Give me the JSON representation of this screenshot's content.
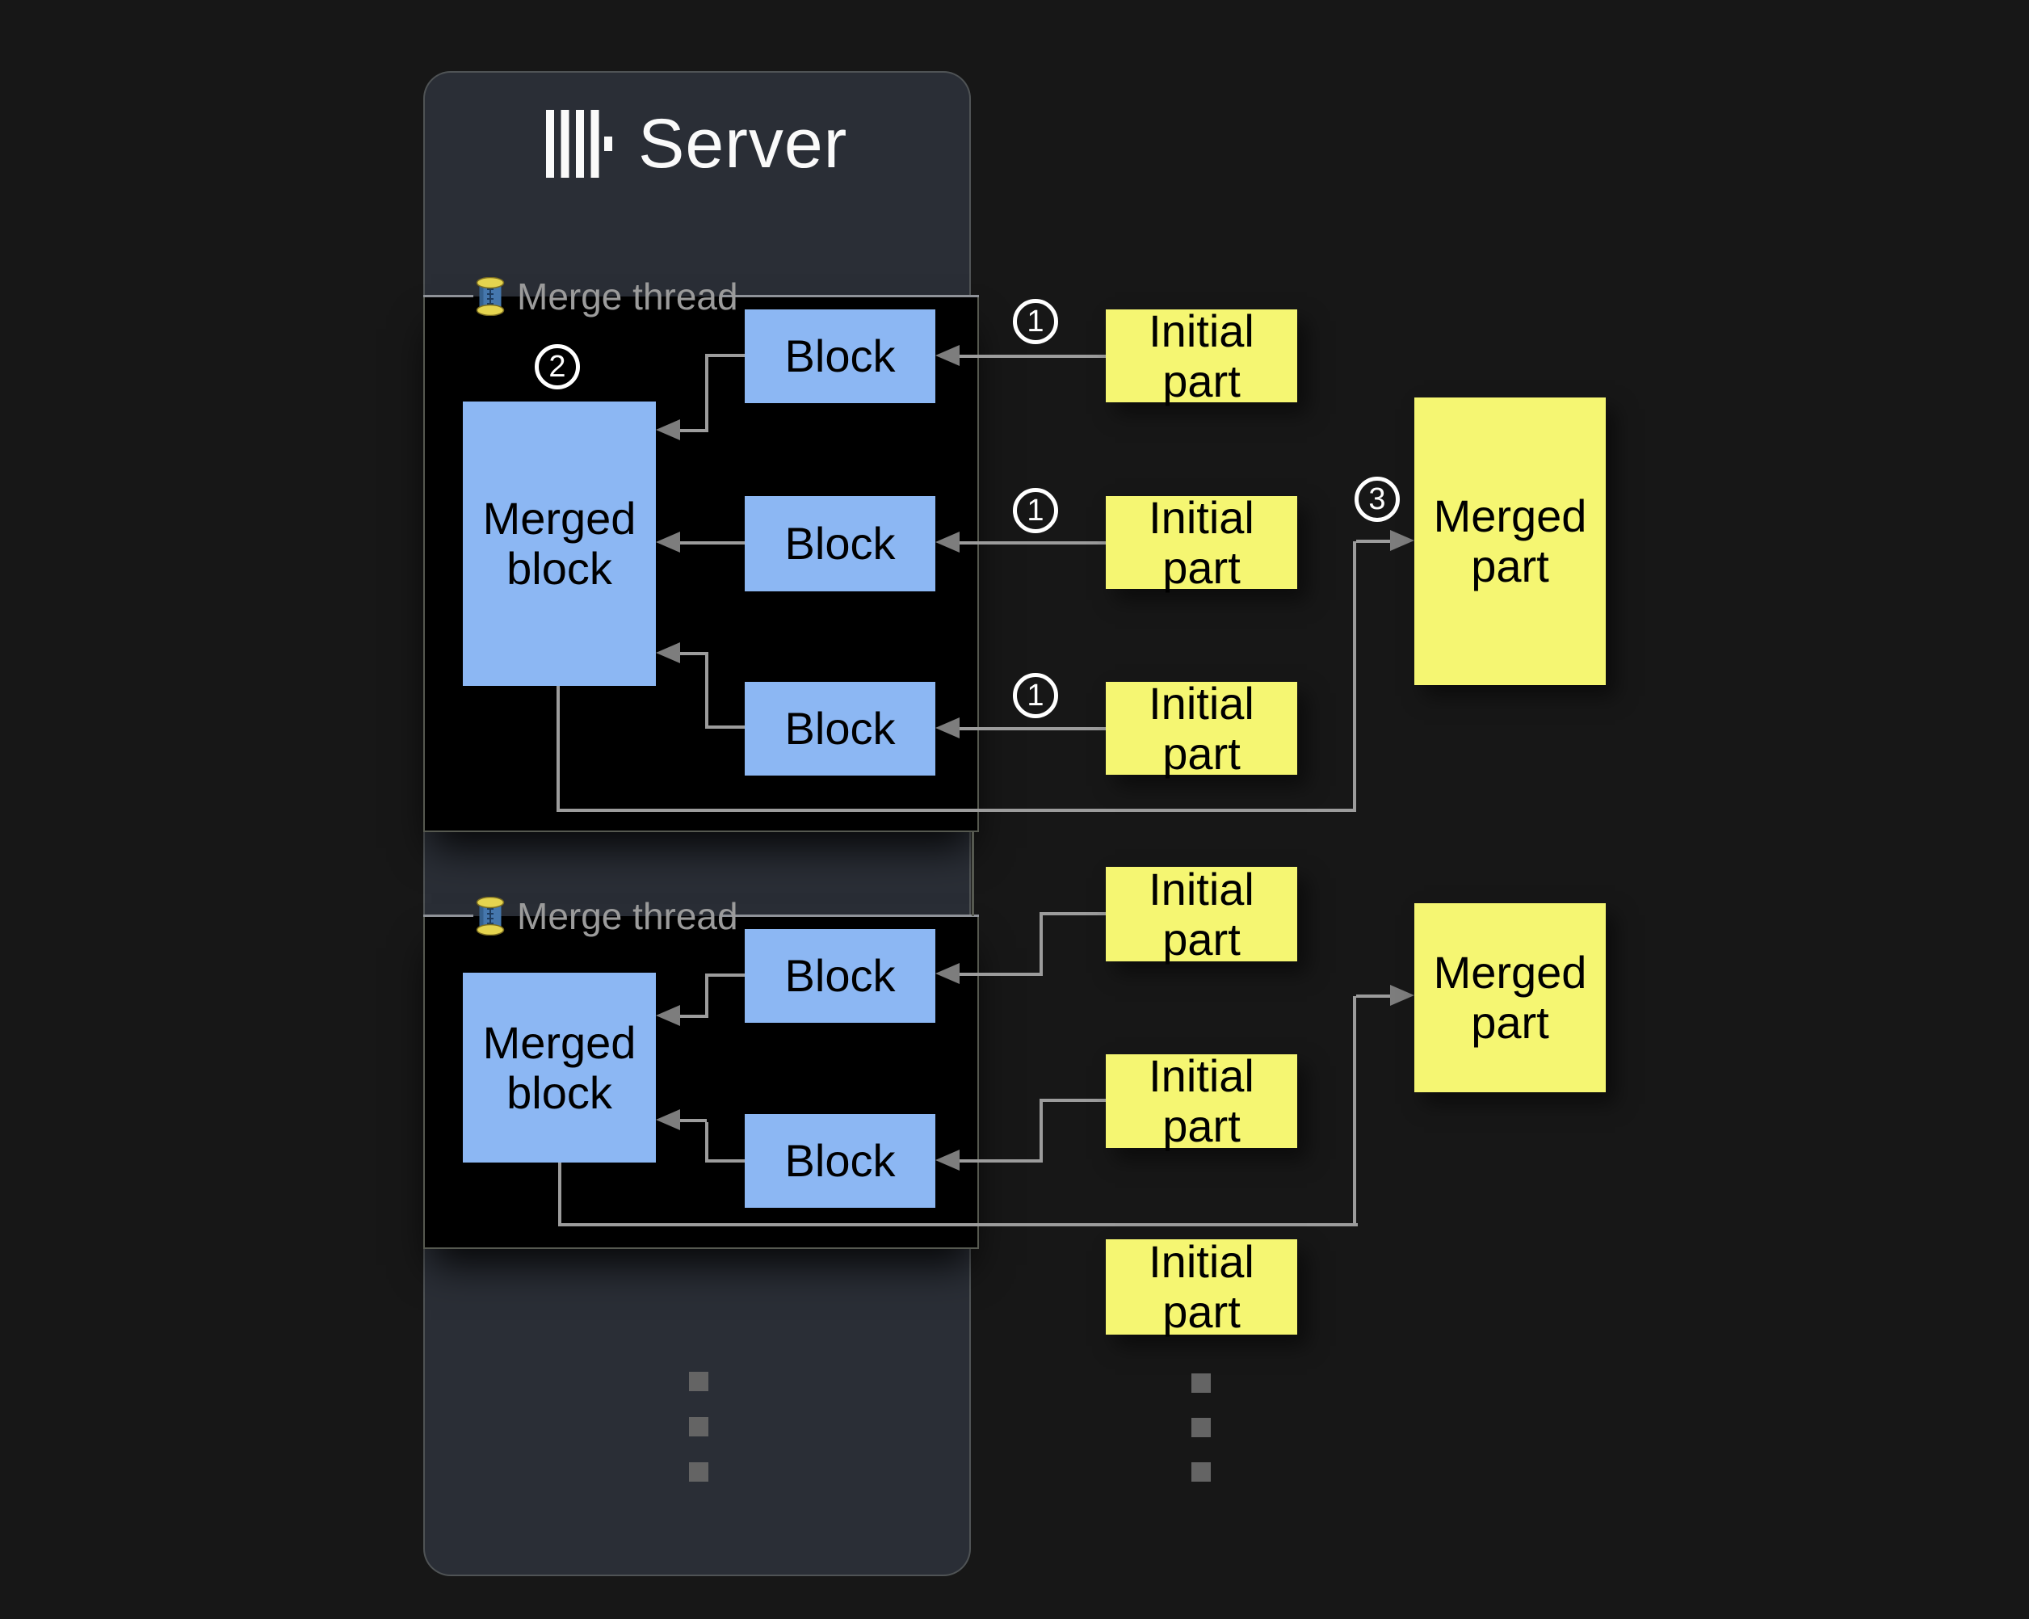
{
  "header": {
    "title": "Server",
    "logo_icon": "clickhouse-logo"
  },
  "threads": [
    {
      "label": "Merge thread",
      "icon": "thread-spool",
      "merged_block": {
        "label": "Merged block"
      },
      "blocks": [
        {
          "label": "Block"
        },
        {
          "label": "Block"
        },
        {
          "label": "Block"
        }
      ],
      "initial_parts": [
        {
          "label": "Initial part"
        },
        {
          "label": "Initial part"
        },
        {
          "label": "Initial part"
        }
      ],
      "merged_part": {
        "label": "Merged part"
      },
      "steps": {
        "ingest": "1",
        "merge": "2",
        "publish": "3"
      }
    },
    {
      "label": "Merge thread",
      "icon": "thread-spool",
      "merged_block": {
        "label": "Merged block"
      },
      "blocks": [
        {
          "label": "Block"
        },
        {
          "label": "Block"
        }
      ],
      "initial_parts": [
        {
          "label": "Initial part"
        },
        {
          "label": "Initial part"
        },
        {
          "label": "Initial part"
        }
      ],
      "merged_part": {
        "label": "Merged part"
      }
    }
  ],
  "colors": {
    "background": "#171717",
    "server_panel": "#2a2e36",
    "thread_panel": "#000000",
    "block_fill": "#8cb7f3",
    "part_fill": "#f5f672",
    "line": "#9c9c9c",
    "label_text": "#9b9b9b",
    "title_text": "#fafafa"
  }
}
